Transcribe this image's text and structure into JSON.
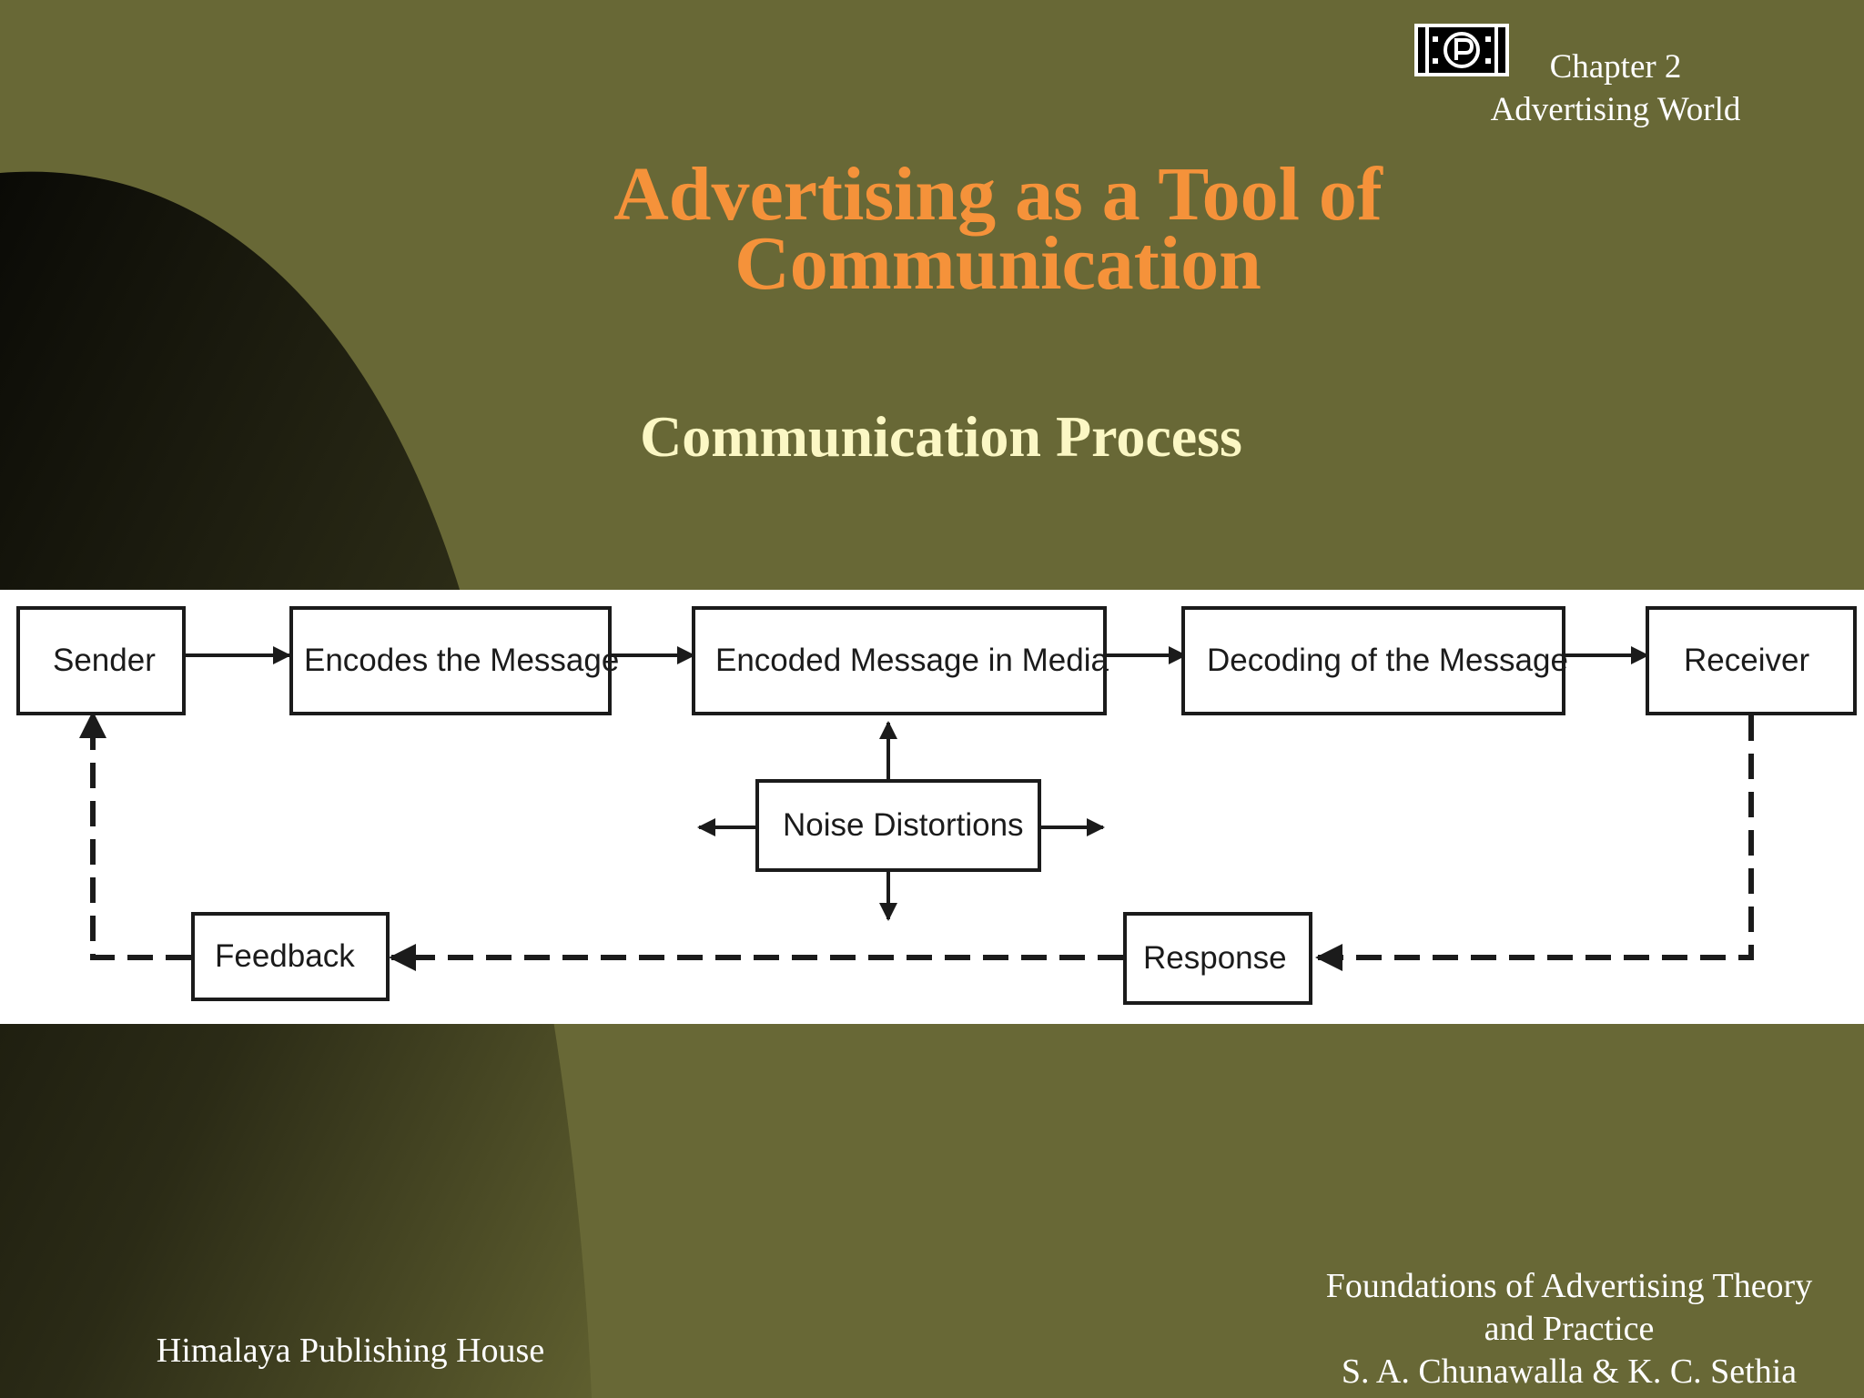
{
  "header": {
    "chapter": "Chapter 2",
    "chapter_title": "Advertising World"
  },
  "title": {
    "line1": "Advertising as a Tool of",
    "line2": "Communication"
  },
  "subtitle": "Communication Process",
  "diagram": {
    "nodes": {
      "sender": "Sender",
      "encodes": "Encodes the Message",
      "encoded_media": "Encoded Message in Media",
      "decoding": "Decoding of the Message",
      "receiver": "Receiver",
      "noise": "Noise Distortions",
      "feedback": "Feedback",
      "response": "Response"
    }
  },
  "footer": {
    "publisher": "Himalaya Publishing House",
    "book_line1": "Foundations of Advertising Theory",
    "book_line2": "and Practice",
    "authors": "S. A. Chunawalla & K. C. Sethia"
  },
  "colors": {
    "background": "#686836",
    "title": "#f5923a",
    "subtitle": "#fbf7c4",
    "diagram_ink": "#1b1b1b"
  }
}
